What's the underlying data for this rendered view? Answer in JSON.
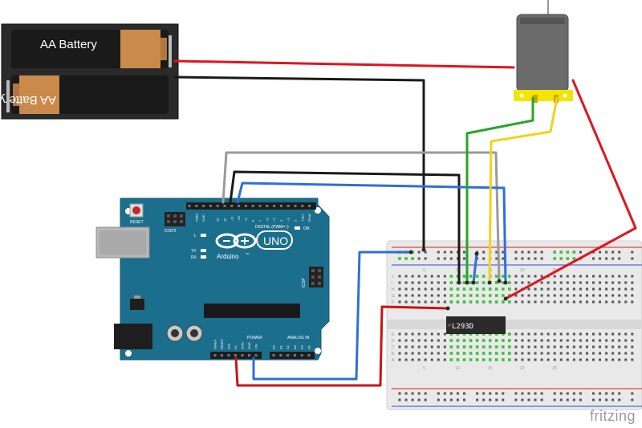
{
  "battery": {
    "top_label": "AA Battery",
    "bottom_label": "AA Battery",
    "casing_color": "#1a1a1a",
    "terminal_color": "#c98a4b"
  },
  "arduino": {
    "board_color": "#1c6f8c",
    "logo_text": "Arduino",
    "logo_tm": "TM",
    "model_label": "UNO",
    "reset_label": "RESET",
    "icsp2_label": "ICSP2",
    "icsp_label": "ICSP",
    "led_l": "L",
    "led_tx": "TX",
    "led_rx": "RX",
    "on_label": "ON",
    "digital_label": "DIGITAL (PWM=~)",
    "power_label": "POWER",
    "analog_label": "ANALOG IN",
    "aref_label": "AREF",
    "gnd_label": "GND",
    "pin_labels_top": [
      "13",
      "12",
      "~11",
      "~10",
      "~9",
      "8",
      "7",
      "~6",
      "~5",
      "4",
      "~3",
      "2",
      "TX▸1",
      "RX◂0"
    ],
    "pin_labels_power": [
      "IOREF",
      "RESET",
      "3V3",
      "5V",
      "GND",
      "GND",
      "VIN"
    ],
    "pin_labels_analog": [
      "A0",
      "A1",
      "A2",
      "A3",
      "A4",
      "A5"
    ]
  },
  "chip": {
    "label": "L293D"
  },
  "motor": {
    "body_color": "#6b6b6b",
    "mount_color": "#f2e600"
  },
  "breadboard": {
    "col_numbers": [
      "5",
      "10",
      "15",
      "20",
      "25"
    ],
    "row_letters_top": [
      "J",
      "I",
      "H",
      "G",
      "F"
    ],
    "row_letters_bottom": [
      "E",
      "D",
      "C",
      "B",
      "A"
    ]
  },
  "wire_colors": {
    "red": "#e0141e",
    "black": "#1a1a1a",
    "grey": "#9a9a9a",
    "blue": "#2f6fd6",
    "green": "#28a428",
    "yellow": "#f2d21b"
  },
  "watermark": "fritzing"
}
